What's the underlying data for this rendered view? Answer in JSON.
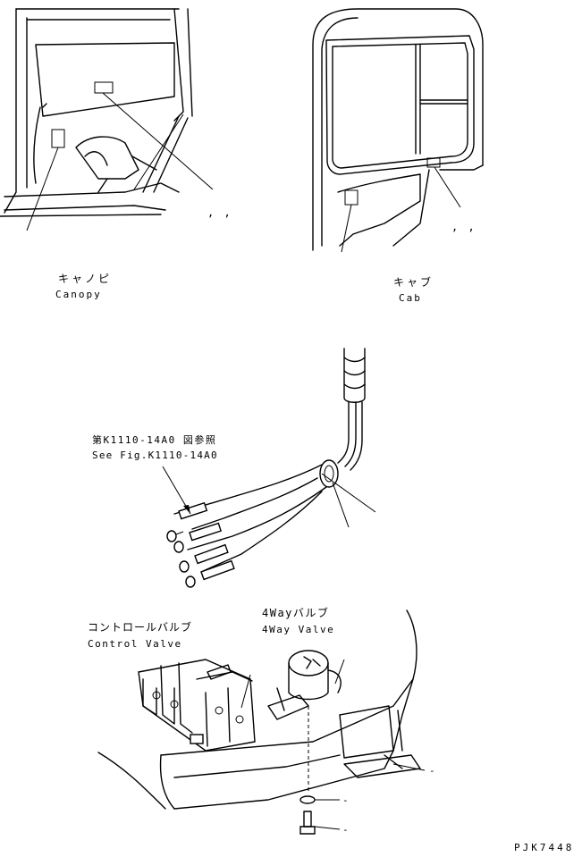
{
  "labels": {
    "canopy_jp": "キャノピ",
    "canopy_en": "Canopy",
    "cab_jp": "キャブ",
    "cab_en": "Cab",
    "see_fig_jp": "第K1110-14A0 図参照",
    "see_fig_en": "See Fig.K1110-14A0",
    "control_valve_jp": "コントロールバルブ",
    "control_valve_en": "Control Valve",
    "four_way_valve_jp": "4Wayバルブ",
    "four_way_valve_en": "4Way Valve",
    "drawing_number": "PJK7448"
  },
  "callout_marks": {
    "canopy_right": ",  ,",
    "cab_right": ",  ,",
    "plate_dash": "-",
    "washer_dash": "-",
    "bolt_dash": "-"
  }
}
